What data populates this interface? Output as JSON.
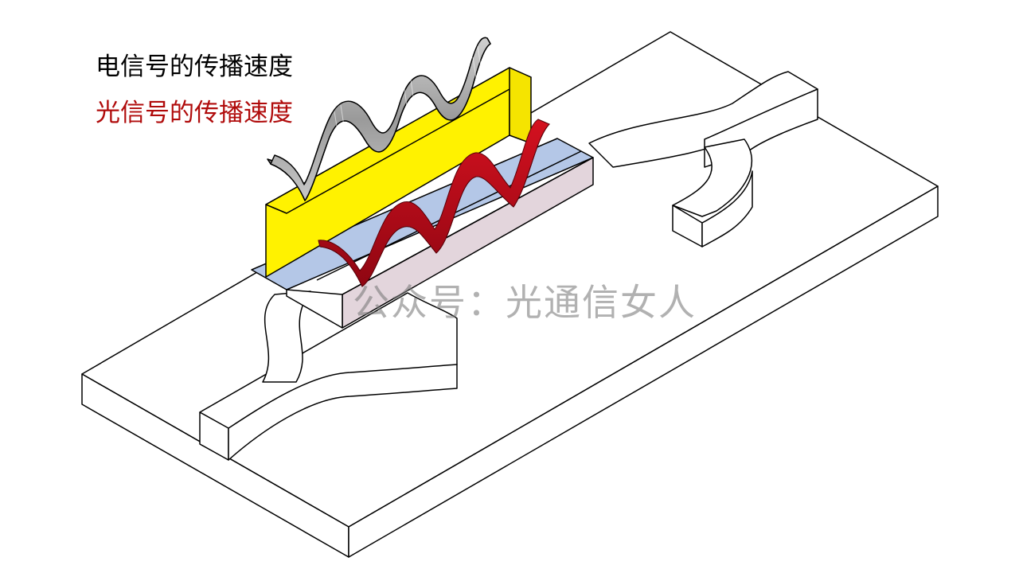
{
  "legend": {
    "electrical_label": "电信号的传播速度",
    "optical_label": "光信号的传播速度"
  },
  "watermark": "公众号：光通信女人",
  "colors": {
    "optical_label": "#b00b0b",
    "electrode": "#fff200",
    "optical_wave": "#b5091a",
    "electrical_wave": "#a9a9a9",
    "waveguide_arm": "#b4c7e7",
    "substrate_side": "#e3d5dc",
    "outline": "#000000"
  },
  "icons": [
    "electrical-wave-ribbon",
    "optical-wave-ribbon"
  ]
}
